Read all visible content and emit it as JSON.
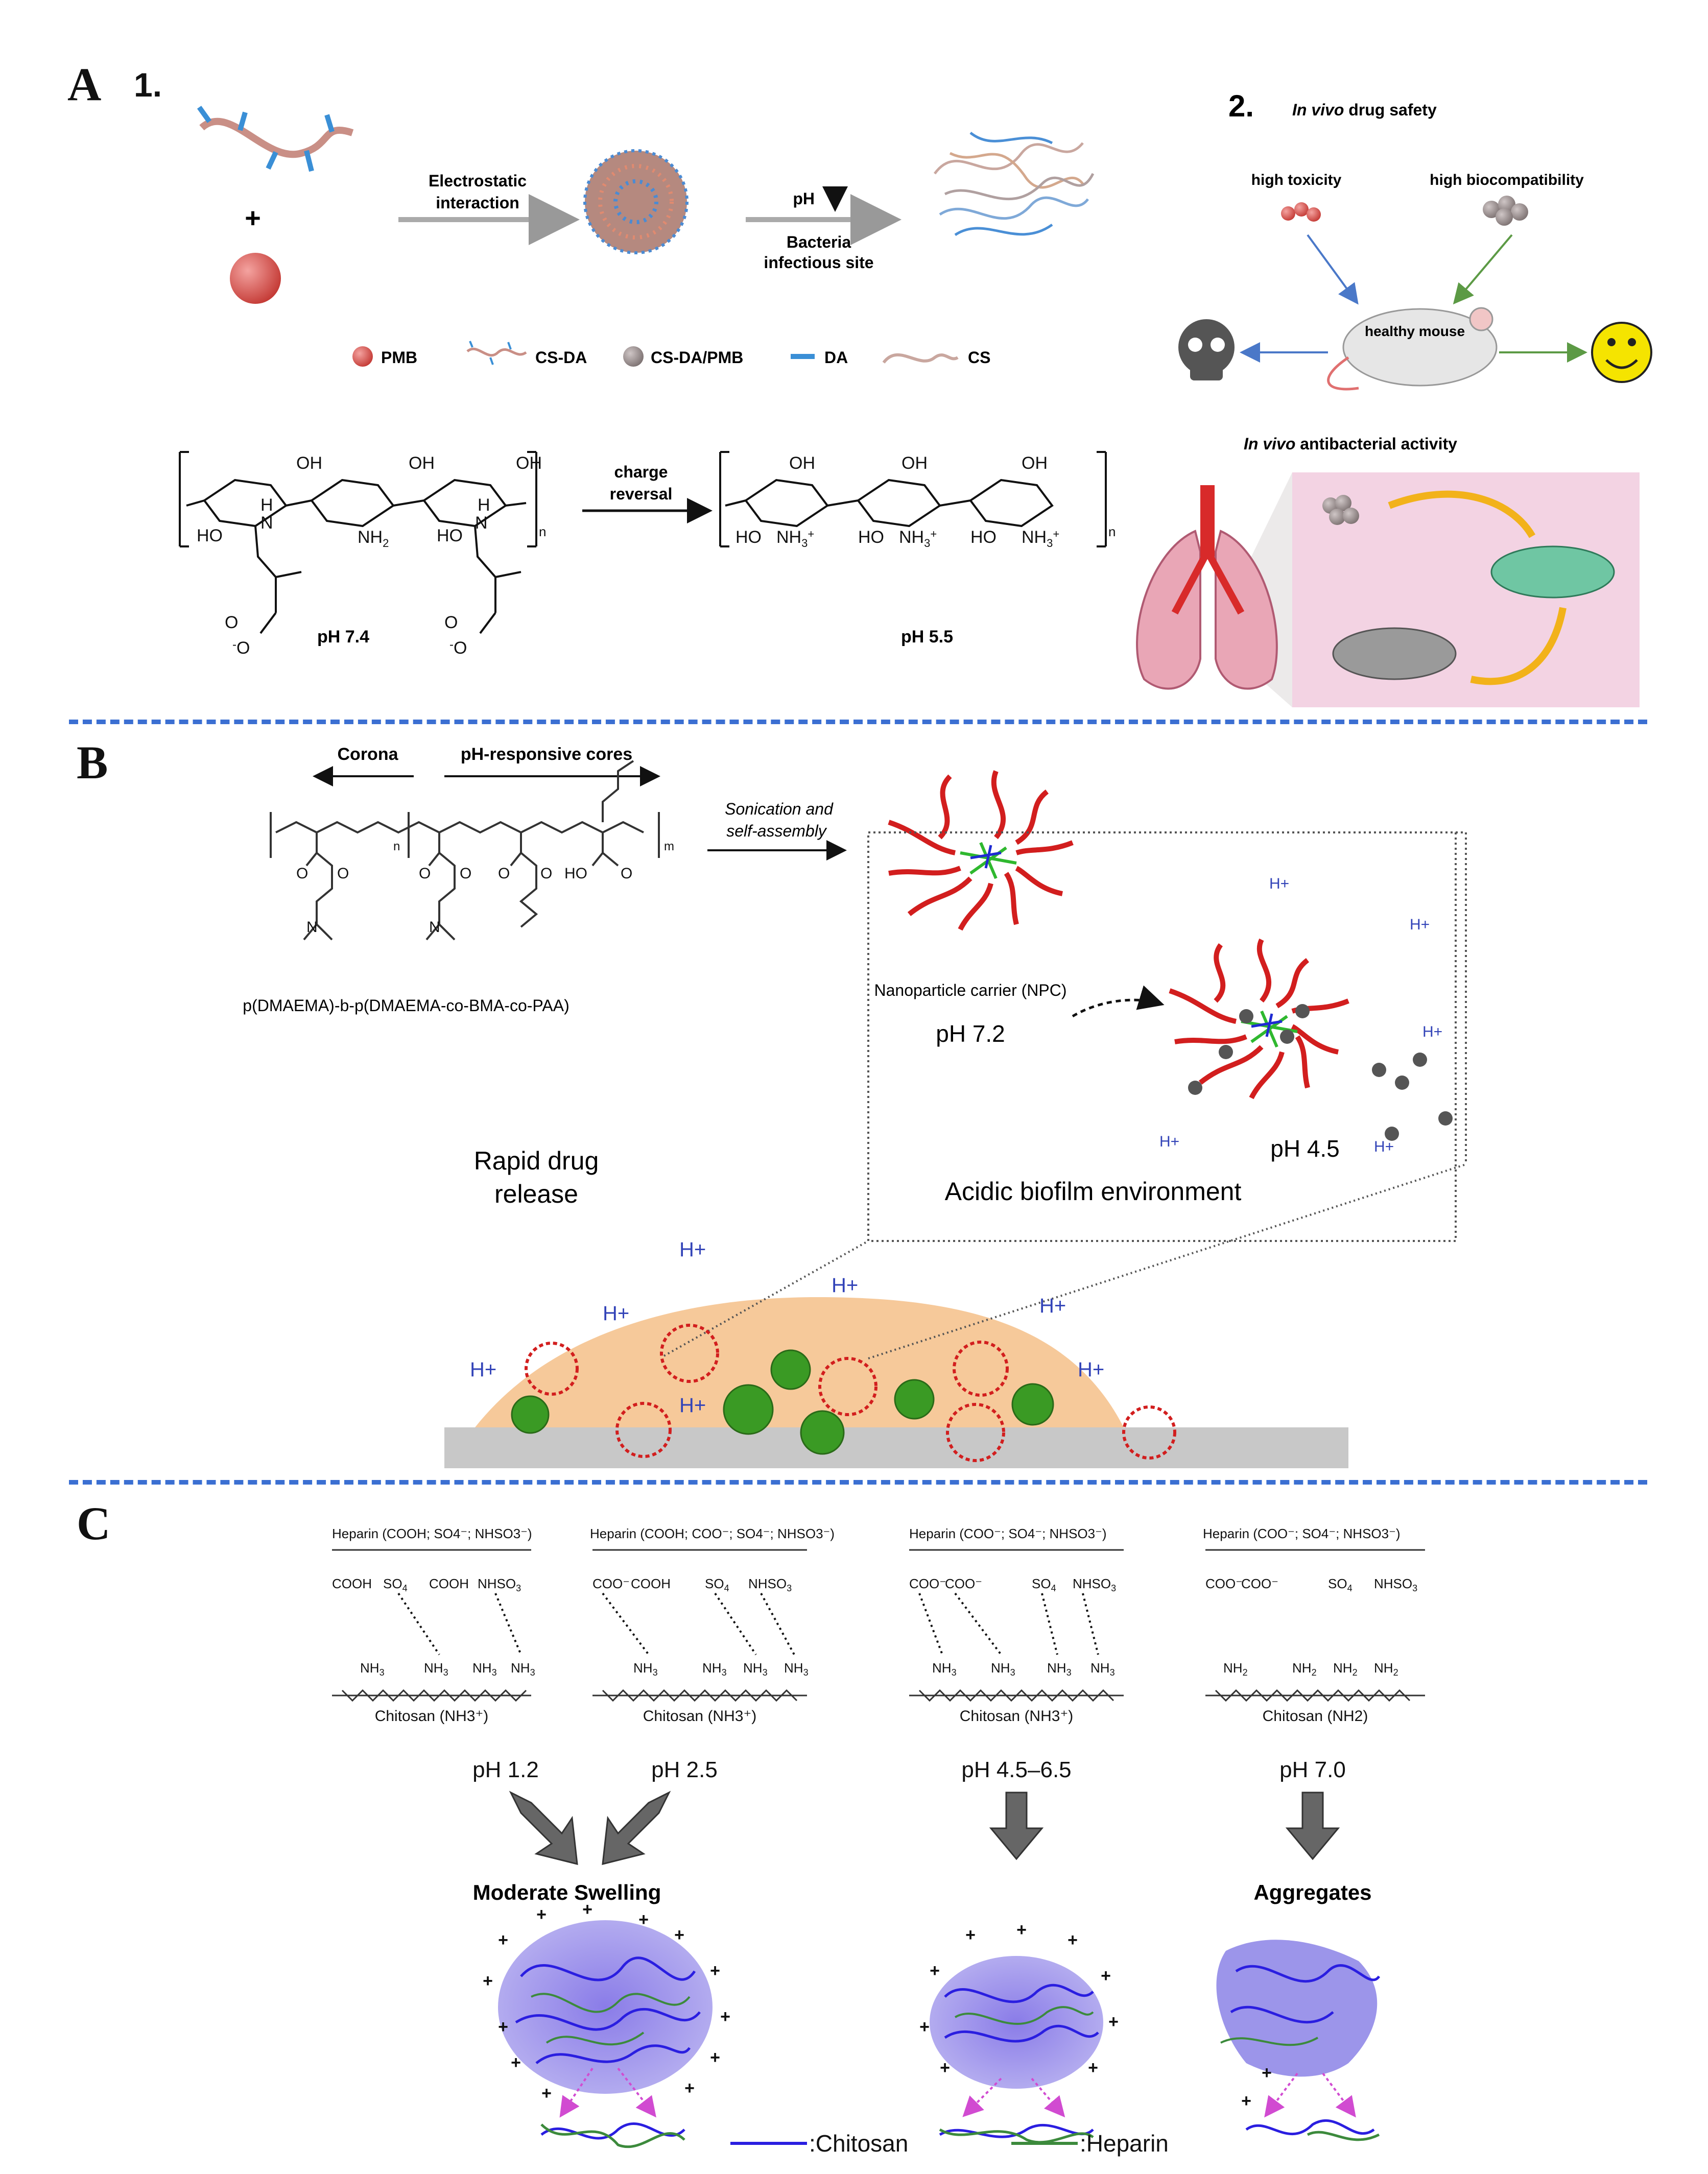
{
  "panelA": {
    "letter": "A",
    "step1": "1.",
    "step2": "2.",
    "electrostatic_1": "Electrostatic",
    "electrostatic_2": "interaction",
    "ph_down": "pH",
    "bacteria_1": "Bacteria",
    "bacteria_2": "infectious site",
    "legend": [
      "PMB",
      "CS-DA",
      "CS-DA/PMB",
      "DA",
      "CS"
    ],
    "drug_safety_italic": "In vivo",
    "drug_safety_rest": " drug safety",
    "high_toxicity": "high toxicity",
    "high_biocompat": "high biocompatibility",
    "healthy_mouse": "healthy mouse",
    "antibacterial_italic": "In vivo",
    "antibacterial_rest": " antibacterial activity",
    "charge_reversal_1": "charge",
    "charge_reversal_2": "reversal",
    "ph_left": "pH 7.4",
    "ph_right": "pH 5.5",
    "plus": "+"
  },
  "panelB": {
    "letter": "B",
    "corona": "Corona",
    "ph_cores": "pH-responsive cores",
    "polymer": "p(DMAEMA)-b-p(DMAEMA-co-BMA-co-PAA)",
    "sonication_1": "Sonication and",
    "sonication_2": "self-assembly",
    "npc": "Nanoparticle carrier (NPC)",
    "ph72": "pH 7.2",
    "ph45": "pH 4.5",
    "rapid_1": "Rapid drug",
    "rapid_2": "release",
    "acidic": "Acidic biofilm environment",
    "hplus": "H+"
  },
  "panelC": {
    "letter": "C",
    "heparin": [
      "Heparin (COOH; SO4⁻; NHSO3⁻)",
      "Heparin (COOH; COO⁻; SO4⁻; NHSO3⁻)",
      "Heparin (COO⁻; SO4⁻; NHSO3⁻)",
      "Heparin (COO⁻; SO4⁻; NHSO3⁻)"
    ],
    "chitosan": [
      "Chitosan (NH3⁺)",
      "Chitosan (NH3⁺)",
      "Chitosan (NH3⁺)",
      "Chitosan (NH2)"
    ],
    "ph": [
      "pH 1.2",
      "pH 2.5",
      "pH 4.5–6.5",
      "pH 7.0"
    ],
    "moderate": "Moderate Swelling",
    "aggregates": "Aggregates",
    "legend_chitosan": ":Chitosan",
    "legend_heparin": ":Heparin"
  },
  "colors": {
    "divider": "#3b6fd2",
    "pmb": "#d9534f",
    "chitosan": "#2a1ee0",
    "heparin": "#3c8a3c",
    "biofilm": "#f6c99a",
    "green_bacteria": "#2f8a1f",
    "pink_bg": "#f3d3e3"
  }
}
